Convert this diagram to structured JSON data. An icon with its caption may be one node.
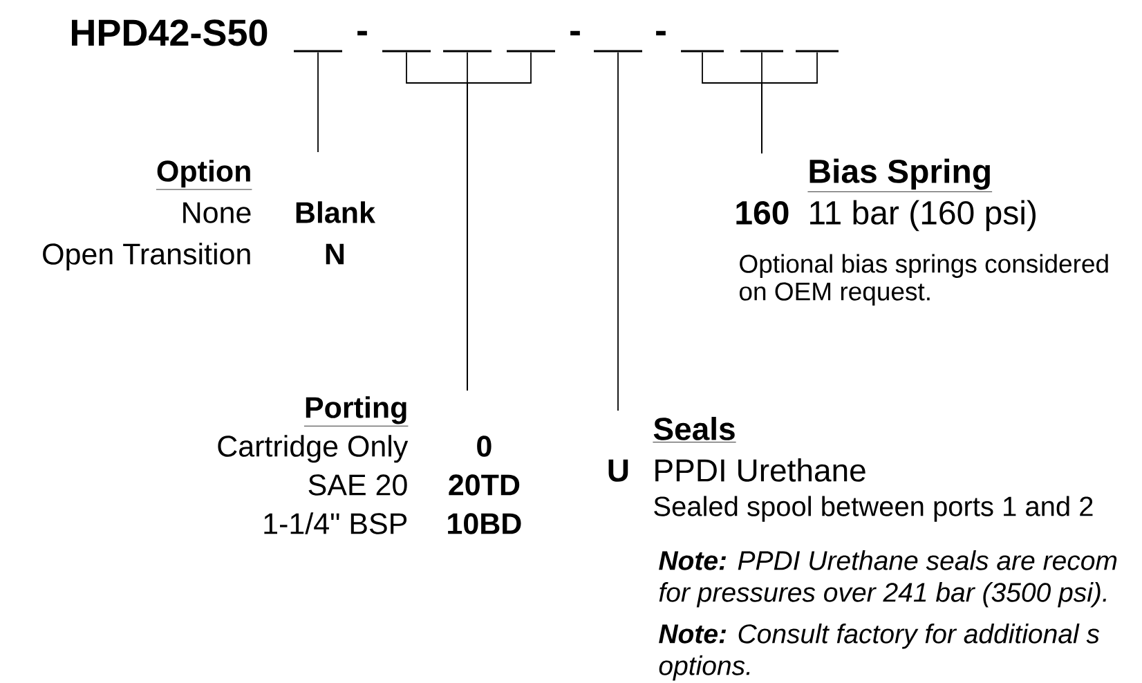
{
  "diagram": {
    "title": "HPD42-S50",
    "nodes": [
      {
        "text": [],
        "shape": "bar"
      },
      {
        "text": [],
        "shape": "bar"
      },
      {
        "text": [],
        "shape": "bar"
      },
      {
        "text": [],
        "shape": "bar"
      },
      {
        "text": [],
        "shape": "bar"
      },
      {
        "text": [],
        "shape": "bar"
      },
      {
        "text": [],
        "shape": "bar"
      },
      {
        "text": [],
        "shape": "bar"
      },
      {
        "text": [
          "Option",
          "None",
          "Blank",
          "Open Transition",
          "N"
        ]
      },
      {
        "text": [
          "Bias Spring",
          "160",
          "11 bar (160 psi)",
          "Optional bias springs considered on OEM request."
        ]
      },
      {
        "text": [
          "Porting",
          "Cartridge Only",
          "0",
          "SAE 20",
          "20TD",
          "1-1/4\" BSP",
          "10BD"
        ]
      },
      {
        "text": [
          "Seals",
          "U",
          "PPDI Urethane",
          "Sealed spool between ports 1 and 2",
          "**Note:** PPDI Urethane seals are recom for pressures over 241 bar (3500 psi).",
          "**Note:** Consult factory for additional s options."
        ]
      }
    ],
    "edges": [
      {
        "from": 0,
        "to": 8,
        "arrow": "none"
      },
      {
        "from": 1,
        "to": 10,
        "arrow": "none"
      },
      {
        "from": 2,
        "to": 10,
        "arrow": "none"
      },
      {
        "from": 3,
        "to": 10,
        "arrow": "none"
      },
      {
        "from": 4,
        "to": 11,
        "arrow": "none"
      },
      {
        "from": 5,
        "to": 9,
        "arrow": "none"
      },
      {
        "from": 6,
        "to": 9,
        "arrow": "none"
      },
      {
        "from": 7,
        "to": 9,
        "arrow": "none"
      }
    ],
    "labels": [
      "-",
      "-",
      "-"
    ]
  }
}
